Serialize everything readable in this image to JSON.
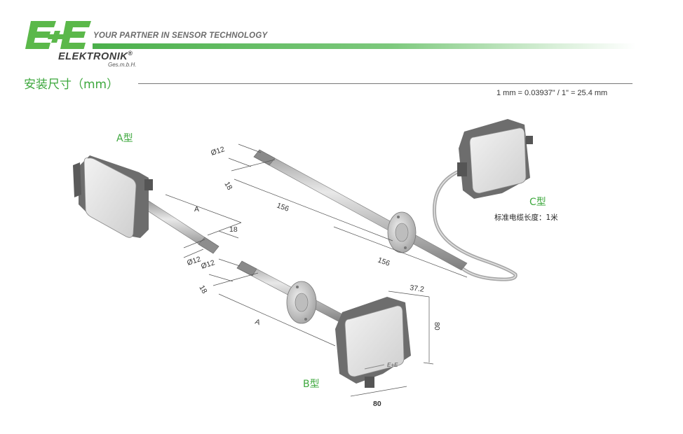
{
  "header": {
    "logo_text": "E+E",
    "tagline": "YOUR PARTNER IN SENSOR TECHNOLOGY",
    "brand": "ELEKTRONIK",
    "brand_mark": "®",
    "company_suffix": "Ges.m.b.H."
  },
  "section": {
    "title": "安装尺寸（mm）",
    "conversion": "1 mm = 0.03937\" / 1\" = 25.4 mm"
  },
  "types": {
    "a": "A型",
    "b": "B型",
    "c": "C型",
    "c_cable_note": "标准电缆长度：1米"
  },
  "dimensions": {
    "dia_a": "Ø12",
    "len_a_18": "18",
    "len_a": "A",
    "dia_b": "Ø12",
    "len_b_18": "18",
    "len_b": "A",
    "dia_c": "Ø12",
    "len_c_18": "18",
    "len_c_156_top": "156",
    "len_c_156_bottom": "156",
    "box_depth": "37.2",
    "box_height": "80",
    "box_width": "80"
  },
  "colors": {
    "brand_green": "#3ea83e",
    "tag_gray": "#6b6b6b"
  }
}
